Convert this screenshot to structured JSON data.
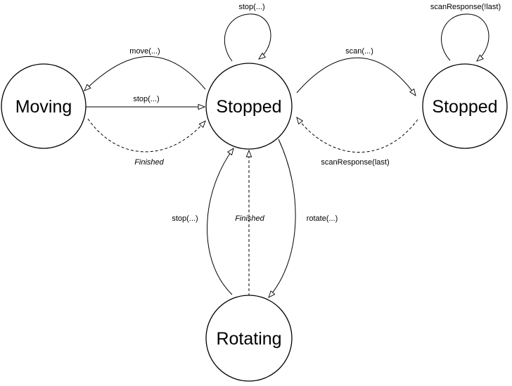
{
  "states": {
    "moving": {
      "label": "Moving"
    },
    "stopped_center": {
      "label": "Stopped"
    },
    "stopped_right": {
      "label": "Stopped"
    },
    "rotating": {
      "label": "Rotating"
    }
  },
  "transitions": {
    "stopped_self": {
      "label": "stop(...)"
    },
    "stopped_to_moving": {
      "label": "move(...)"
    },
    "moving_to_stopped": {
      "label": "stop(...)"
    },
    "moving_finished": {
      "label": "Finished"
    },
    "scan": {
      "label": "scan(...)"
    },
    "scan_response_self": {
      "label": "scanResponse(!last)"
    },
    "scan_response_last": {
      "label": "scanResponse(last)"
    },
    "rotating_to_stopped": {
      "label": "stop(...)"
    },
    "rotating_finished": {
      "label": "Finished"
    },
    "rotate": {
      "label": "rotate(...)"
    }
  },
  "colors": {
    "stroke": "#000000",
    "fill": "#ffffff"
  }
}
